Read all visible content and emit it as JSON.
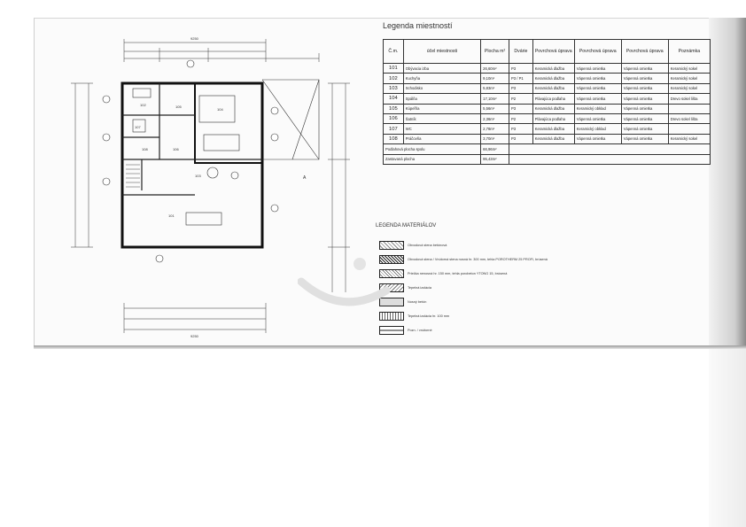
{
  "sheet": {
    "legend_title": "Legenda miestností",
    "table_headers": {
      "num": "Č.m.",
      "purpose": "účel miestnosti",
      "area": "Plocha m²",
      "floor": "Dvárie",
      "col5": "Povrchová úprava",
      "col6": "Povrchová úprava",
      "col7": "Povrchová úprava",
      "note": "Poznámka"
    },
    "rooms": [
      {
        "num": "101",
        "name": "Obývacia izba",
        "area": "26,60m²",
        "floor": "P3",
        "f1": "Keramická dlažba",
        "f2": "Vápenná omietka",
        "f3": "Vápenná omietka",
        "note": "Keramický sokel"
      },
      {
        "num": "102",
        "name": "Kuchyňa",
        "area": "9,10m²",
        "floor": "P3 / P1",
        "f1": "Keramická dlažba",
        "f2": "Vápenná omietka",
        "f3": "Vápenná omietka",
        "note": "Keramický sokel"
      },
      {
        "num": "103",
        "name": "Schodisko",
        "area": "5,83m²",
        "floor": "P3",
        "f1": "Keramická dlažba",
        "f2": "Vápenná omietka",
        "f3": "Vápenná omietka",
        "note": "Keramický sokel"
      },
      {
        "num": "104",
        "name": "Spálňa",
        "area": "17,10m²",
        "floor": "P2",
        "f1": "Plávajúca podlaha",
        "f2": "Vápenná omietka",
        "f3": "Vápenná omietka",
        "note": "Drevo sokel lišta"
      },
      {
        "num": "105",
        "name": "Kúpeľňa",
        "area": "5,56m²",
        "floor": "P3",
        "f1": "Keramická dlažba",
        "f2": "Keramický obklad",
        "f3": "Vápenná omietka",
        "note": ""
      },
      {
        "num": "106",
        "name": "Šatník",
        "area": "2,36m²",
        "floor": "P2",
        "f1": "Plávajúca podlaha",
        "f2": "Vápenná omietka",
        "f3": "Vápenná omietka",
        "note": "Drevo sokel lišta"
      },
      {
        "num": "107",
        "name": "WC",
        "area": "2,78m²",
        "floor": "P3",
        "f1": "Keramická dlažba",
        "f2": "Keramický obklad",
        "f3": "Vápenná omietka",
        "note": ""
      },
      {
        "num": "108",
        "name": "Práčovňa",
        "area": "3,70m²",
        "floor": "P3",
        "f1": "Keramická dlažba",
        "f2": "Vápenná omietka",
        "f3": "Vápenná omietka",
        "note": "Keramický sokel"
      }
    ],
    "totals": [
      {
        "label": "Podlahová plocha spolu",
        "value": "66,96m²"
      },
      {
        "label": "Zastavaná plocha",
        "value": "95,43m²"
      }
    ],
    "materials_title": "LEGENDA MATERIÁLOV",
    "materials": [
      "Obvodová stena betónová",
      "Obvodová stena / Vnútorná stena nosná hr. 300 mm, tehla POROTHERM 25 PROFI, brúsená",
      "Priečka nenosná hr. 150 mm, tehla porobeton YTONG 15, brúsená",
      "Tepelná izolácia",
      "Nosný betón",
      "Tepelná izolácia hr. 100 mm",
      "Pozn. / vnútorné"
    ],
    "plan_labels": {
      "dim_top_total": "9250",
      "dim_bottom_total": "9250",
      "section_mark": "A",
      "rooms": [
        "101",
        "102",
        "103",
        "104",
        "105",
        "106",
        "107",
        "108"
      ]
    }
  }
}
